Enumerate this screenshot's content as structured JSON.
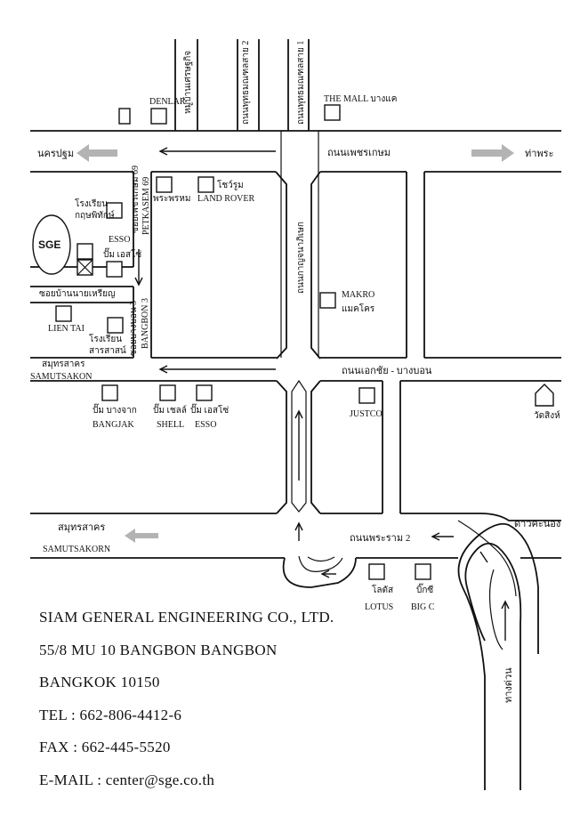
{
  "roads": {
    "petkasem": "ถนนเพชรเกษม",
    "ekkachai": "ถนนเอกชัย - บางบอน",
    "rama2": "ถนนพระราม 2",
    "kanchanaphisek": "ถนนกาญจนาภิเษก",
    "phutthamonthon1": "ถนนพุทธมณฑลสาย 1",
    "phutthamonthon2": "ถนนพุทธมณฑลสาย 2",
    "soi_petkasem69_th": "ซอยเพชรเกษม 69",
    "soi_petkasem69_en": "PETKASEM 69",
    "soi_bangbon3_th": "ซอยบางบอน 3",
    "soi_bangbon3_en": "BANGBON 3",
    "soi_nai_charoen": "ซอยบ้านนายเหรียญ",
    "village_sumsuk": "หมู่บ้านเศรษฐกิจ",
    "expressway": "ทางด่วน"
  },
  "directions": {
    "nakhon_pathom": "นครปฐม",
    "tha_phra": "ท่าพระ",
    "samut_sakhon_th": "สมุทรสาคร",
    "samut_sakhon_en": "SAMUTSAKON",
    "samut_sakhon2_th": "สมุทรสาคร",
    "samut_sakhon2_en": "SAMUTSAKORN",
    "dao_khanong": "ดาวคะนอง"
  },
  "landmarks": {
    "sge": "SGE",
    "denlar": "DENLAR",
    "the_mall": "THE MALL บางแค",
    "phra_phrom": "พระพรหม",
    "showroom_th": "โชว์รูม",
    "land_rover": "LAND ROVER",
    "kritsanaphithak_1": "โรงเรียน",
    "kritsanaphithak_2": "กฤษพิทักษ์",
    "esso_1": "ESSO",
    "pump_esso_1": "ปั๊ม เอสโซ่",
    "makro_en": "MAKRO",
    "makro_th": "แมคโคร",
    "lien_tai": "LIEN TAI",
    "school2_1": "โรงเรียน",
    "school2_2": "สารสาสน์",
    "pump_bangjak_th": "ปั๊ม บางจาก",
    "pump_bangjak_en": "BANGJAK",
    "pump_shell_th": "ปั๊ม เชลล์",
    "pump_shell_en": "SHELL",
    "pump_esso2_th": "ปั๊ม เอสโซ่",
    "pump_esso2_en": "ESSO",
    "justco": "JUSTCO",
    "wat_sing": "วัดสิงห์",
    "lotus_th": "โลตัส",
    "lotus_en": "LOTUS",
    "bigc_th": "บิ๊กซี",
    "bigc_en": "BIG C"
  },
  "company": {
    "name": "SIAM GENERAL ENGINEERING CO., LTD.",
    "address1": "55/8 MU 10 BANGBON BANGBON",
    "address2": "BANGKOK 10150",
    "tel": "TEL : 662-806-4412-6",
    "fax": "FAX : 662-445-5520",
    "email": "E-MAIL : center@sge.co.th"
  },
  "colors": {
    "ink": "#111111",
    "direction_arrow": "#b3b3b3"
  }
}
